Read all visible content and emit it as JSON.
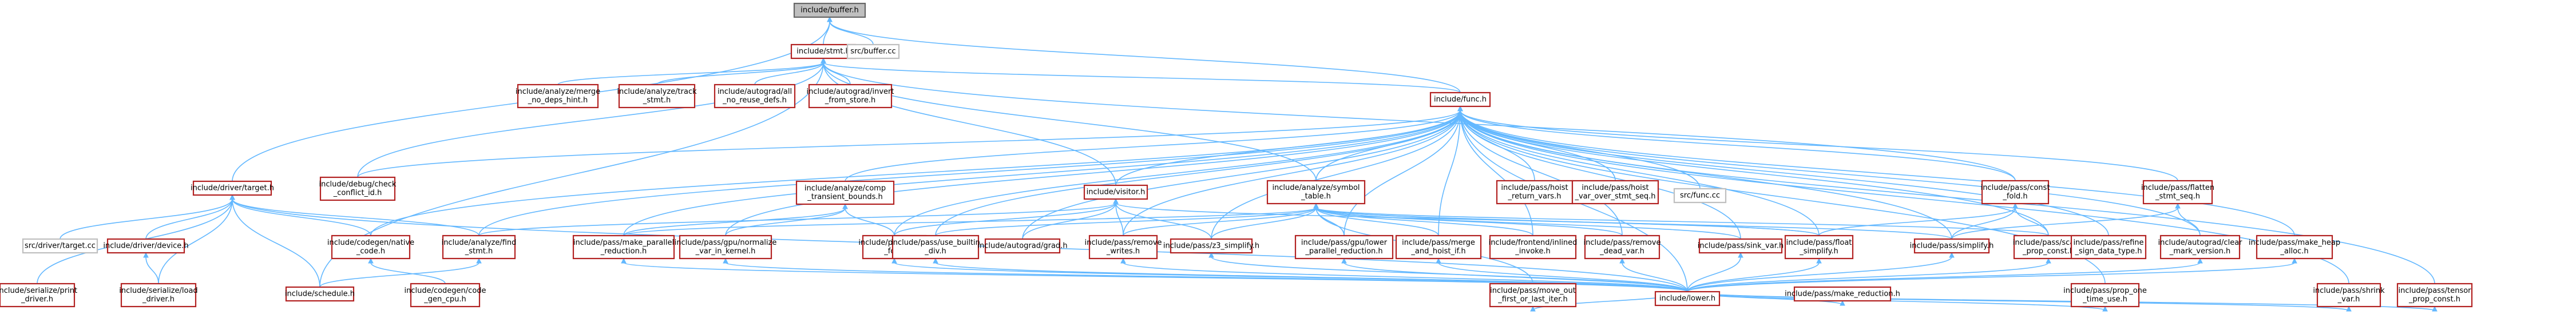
{
  "graph": {
    "nodes": [
      {
        "id": "n0",
        "lines": [
          "include/buffer.h"
        ],
        "kind": "root"
      },
      {
        "id": "n1",
        "lines": [
          "include/stmt.h"
        ],
        "kind": "normal"
      },
      {
        "id": "n2",
        "lines": [
          "src/buffer.cc"
        ],
        "kind": "leaf"
      },
      {
        "id": "n3",
        "lines": [
          "include/analyze/merge",
          "_no_deps_hint.h"
        ],
        "kind": "normal"
      },
      {
        "id": "n4",
        "lines": [
          "include/analyze/track",
          "_stmt.h"
        ],
        "kind": "normal"
      },
      {
        "id": "n5",
        "lines": [
          "include/autograd/all",
          "_no_reuse_defs.h"
        ],
        "kind": "normal"
      },
      {
        "id": "n6",
        "lines": [
          "include/autograd/invert",
          "_from_store.h"
        ],
        "kind": "normal"
      },
      {
        "id": "n7",
        "lines": [
          "include/func.h"
        ],
        "kind": "normal"
      },
      {
        "id": "n8",
        "lines": [
          "include/driver/target.h"
        ],
        "kind": "normal"
      },
      {
        "id": "n9",
        "lines": [
          "include/debug/check",
          "_conflict_id.h"
        ],
        "kind": "normal"
      },
      {
        "id": "n10",
        "lines": [
          "include/analyze/comp",
          "_transient_bounds.h"
        ],
        "kind": "normal"
      },
      {
        "id": "n11",
        "lines": [
          "include/visitor.h"
        ],
        "kind": "normal"
      },
      {
        "id": "n12",
        "lines": [
          "include/analyze/symbol",
          "_table.h"
        ],
        "kind": "normal"
      },
      {
        "id": "n13",
        "lines": [
          "include/pass/hoist",
          "_return_vars.h"
        ],
        "kind": "normal"
      },
      {
        "id": "n14",
        "lines": [
          "include/pass/hoist",
          "_var_over_stmt_seq.h"
        ],
        "kind": "normal"
      },
      {
        "id": "n15",
        "lines": [
          "src/func.cc"
        ],
        "kind": "leaf"
      },
      {
        "id": "n16",
        "lines": [
          "include/pass/const",
          "_fold.h"
        ],
        "kind": "normal"
      },
      {
        "id": "n17",
        "lines": [
          "include/pass/flatten",
          "_stmt_seq.h"
        ],
        "kind": "normal"
      },
      {
        "id": "n18",
        "lines": [
          "src/driver/target.cc"
        ],
        "kind": "leaf"
      },
      {
        "id": "n19",
        "lines": [
          "include/driver/device.h"
        ],
        "kind": "normal"
      },
      {
        "id": "n20",
        "lines": [
          "include/codegen/native",
          "_code.h"
        ],
        "kind": "normal"
      },
      {
        "id": "n21",
        "lines": [
          "include/analyze/find",
          "_stmt.h"
        ],
        "kind": "normal"
      },
      {
        "id": "n22",
        "lines": [
          "include/pass/make_parallel",
          "_reduction.h"
        ],
        "kind": "normal"
      },
      {
        "id": "n23",
        "lines": [
          "include/pass/gpu/normalize",
          "_var_in_kernel.h"
        ],
        "kind": "normal"
      },
      {
        "id": "n24",
        "lines": [
          "include/pass/shrink",
          "_for.h"
        ],
        "kind": "normal"
      },
      {
        "id": "n25",
        "lines": [
          "include/pass/use_builtin",
          "_div.h"
        ],
        "kind": "normal"
      },
      {
        "id": "n26",
        "lines": [
          "include/autograd/grad.h"
        ],
        "kind": "normal"
      },
      {
        "id": "n27",
        "lines": [
          "include/pass/remove",
          "_writes.h"
        ],
        "kind": "normal"
      },
      {
        "id": "n28",
        "lines": [
          "include/pass/z3_simplify.h"
        ],
        "kind": "normal"
      },
      {
        "id": "n29",
        "lines": [
          "include/pass/gpu/lower",
          "_parallel_reduction.h"
        ],
        "kind": "normal"
      },
      {
        "id": "n30",
        "lines": [
          "include/pass/merge",
          "_and_hoist_if.h"
        ],
        "kind": "normal"
      },
      {
        "id": "n31",
        "lines": [
          "include/frontend/inlined",
          "_invoke.h"
        ],
        "kind": "normal"
      },
      {
        "id": "n32",
        "lines": [
          "include/pass/remove",
          "_dead_var.h"
        ],
        "kind": "normal"
      },
      {
        "id": "n33",
        "lines": [
          "include/pass/sink_var.h"
        ],
        "kind": "normal"
      },
      {
        "id": "n34",
        "lines": [
          "include/pass/float",
          "_simplify.h"
        ],
        "kind": "normal"
      },
      {
        "id": "n35",
        "lines": [
          "include/pass/simplify.h"
        ],
        "kind": "normal"
      },
      {
        "id": "n36",
        "lines": [
          "include/pass/scalar",
          "_prop_const.h"
        ],
        "kind": "normal"
      },
      {
        "id": "n37",
        "lines": [
          "include/pass/refine",
          "_sign_data_type.h"
        ],
        "kind": "normal"
      },
      {
        "id": "n38",
        "lines": [
          "include/autograd/clear",
          "_mark_version.h"
        ],
        "kind": "normal"
      },
      {
        "id": "n39",
        "lines": [
          "include/pass/make_heap",
          "_alloc.h"
        ],
        "kind": "normal"
      },
      {
        "id": "n40",
        "lines": [
          "include/serialize/print",
          "_driver.h"
        ],
        "kind": "normal"
      },
      {
        "id": "n41",
        "lines": [
          "include/serialize/load",
          "_driver.h"
        ],
        "kind": "normal"
      },
      {
        "id": "n42",
        "lines": [
          "include/schedule.h"
        ],
        "kind": "normal"
      },
      {
        "id": "n43",
        "lines": [
          "include/codegen/code",
          "_gen_cpu.h"
        ],
        "kind": "normal"
      },
      {
        "id": "n44",
        "lines": [
          "include/pass/move_out",
          "_first_or_last_iter.h"
        ],
        "kind": "normal"
      },
      {
        "id": "n45",
        "lines": [
          "include/pass/make_reduction.h"
        ],
        "kind": "normal"
      },
      {
        "id": "n46",
        "lines": [
          "include/pass/prop_one",
          "_time_use.h"
        ],
        "kind": "normal"
      },
      {
        "id": "n47",
        "lines": [
          "include/pass/shrink",
          "_var.h"
        ],
        "kind": "normal"
      },
      {
        "id": "n48",
        "lines": [
          "include/pass/tensor",
          "_prop_const.h"
        ],
        "kind": "normal"
      },
      {
        "id": "n49",
        "lines": [
          "include/lower.h"
        ],
        "kind": "normal"
      }
    ],
    "edges": [
      [
        "n0",
        "n1"
      ],
      [
        "n0",
        "n2"
      ],
      [
        "n0",
        "n7"
      ],
      [
        "n0",
        "n8"
      ],
      [
        "n1",
        "n3"
      ],
      [
        "n1",
        "n4"
      ],
      [
        "n1",
        "n5"
      ],
      [
        "n1",
        "n6"
      ],
      [
        "n1",
        "n7"
      ],
      [
        "n1",
        "n9"
      ],
      [
        "n1",
        "n11"
      ],
      [
        "n1",
        "n12"
      ],
      [
        "n1",
        "n16"
      ],
      [
        "n1",
        "n42"
      ],
      [
        "n7",
        "n9"
      ],
      [
        "n7",
        "n10"
      ],
      [
        "n7",
        "n11"
      ],
      [
        "n7",
        "n12"
      ],
      [
        "n7",
        "n13"
      ],
      [
        "n7",
        "n14"
      ],
      [
        "n7",
        "n15"
      ],
      [
        "n7",
        "n16"
      ],
      [
        "n7",
        "n17"
      ],
      [
        "n7",
        "n20"
      ],
      [
        "n7",
        "n21"
      ],
      [
        "n7",
        "n22"
      ],
      [
        "n7",
        "n23"
      ],
      [
        "n7",
        "n24"
      ],
      [
        "n7",
        "n25"
      ],
      [
        "n7",
        "n26"
      ],
      [
        "n7",
        "n27"
      ],
      [
        "n7",
        "n28"
      ],
      [
        "n7",
        "n29"
      ],
      [
        "n7",
        "n30"
      ],
      [
        "n7",
        "n31"
      ],
      [
        "n7",
        "n32"
      ],
      [
        "n7",
        "n33"
      ],
      [
        "n7",
        "n34"
      ],
      [
        "n7",
        "n35"
      ],
      [
        "n7",
        "n36"
      ],
      [
        "n7",
        "n37"
      ],
      [
        "n7",
        "n38"
      ],
      [
        "n7",
        "n39"
      ],
      [
        "n7",
        "n46"
      ],
      [
        "n7",
        "n47"
      ],
      [
        "n7",
        "n48"
      ],
      [
        "n7",
        "n49"
      ],
      [
        "n8",
        "n18"
      ],
      [
        "n8",
        "n19"
      ],
      [
        "n8",
        "n20"
      ],
      [
        "n8",
        "n21"
      ],
      [
        "n8",
        "n40"
      ],
      [
        "n8",
        "n41"
      ],
      [
        "n8",
        "n42"
      ],
      [
        "n8",
        "n49"
      ],
      [
        "n19",
        "n41"
      ],
      [
        "n20",
        "n43"
      ],
      [
        "n21",
        "n42"
      ],
      [
        "n10",
        "n22"
      ],
      [
        "n10",
        "n23"
      ],
      [
        "n10",
        "n24"
      ],
      [
        "n11",
        "n21"
      ],
      [
        "n11",
        "n24"
      ],
      [
        "n11",
        "n26"
      ],
      [
        "n11",
        "n27"
      ],
      [
        "n11",
        "n28"
      ],
      [
        "n11",
        "n34"
      ],
      [
        "n12",
        "n22"
      ],
      [
        "n12",
        "n25"
      ],
      [
        "n12",
        "n27"
      ],
      [
        "n12",
        "n28"
      ],
      [
        "n12",
        "n29"
      ],
      [
        "n12",
        "n30"
      ],
      [
        "n12",
        "n31"
      ],
      [
        "n12",
        "n32"
      ],
      [
        "n12",
        "n33"
      ],
      [
        "n12",
        "n34"
      ],
      [
        "n12",
        "n35"
      ],
      [
        "n12",
        "n36"
      ],
      [
        "n12",
        "n44"
      ],
      [
        "n16",
        "n34"
      ],
      [
        "n16",
        "n35"
      ],
      [
        "n16",
        "n36"
      ],
      [
        "n17",
        "n35"
      ],
      [
        "n17",
        "n38"
      ],
      [
        "n22",
        "n49"
      ],
      [
        "n23",
        "n49"
      ],
      [
        "n24",
        "n49"
      ],
      [
        "n25",
        "n49"
      ],
      [
        "n27",
        "n49"
      ],
      [
        "n28",
        "n49"
      ],
      [
        "n29",
        "n49"
      ],
      [
        "n30",
        "n49"
      ],
      [
        "n32",
        "n49"
      ],
      [
        "n33",
        "n49"
      ],
      [
        "n34",
        "n49"
      ],
      [
        "n35",
        "n49"
      ],
      [
        "n36",
        "n49"
      ],
      [
        "n38",
        "n49"
      ],
      [
        "n39",
        "n49"
      ],
      [
        "n44",
        "n49"
      ],
      [
        "n45",
        "n49"
      ],
      [
        "n46",
        "n49"
      ],
      [
        "n47",
        "n49"
      ],
      [
        "n48",
        "n49"
      ]
    ]
  }
}
